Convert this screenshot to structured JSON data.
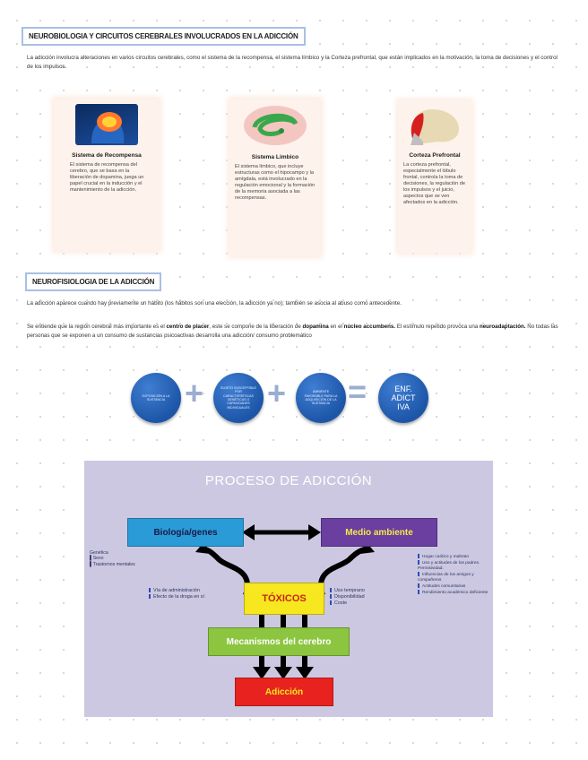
{
  "section1": {
    "heading": "NEUROBIOLOGIA Y CIRCUITOS CEREBRALES INVOLUCRADOS EN LA ADICCIÓN",
    "paragraph": "La adicción involucra alteraciones en varios circuitos cerebrales, como el sistema de la recompensa, el sistema límbico y la Corteza prefrontal, que están implicados en la motivación, la toma de decisiones y el control de los impulsos."
  },
  "cards": [
    {
      "title": "Sistema de Recompensa",
      "text": "El sistema de recompensa del cerebro, que se basa en la liberación de dopamina, juega un papel crucial en la inducción y el mantenimiento de la adicción.",
      "image": "brain-head-image"
    },
    {
      "title": "Sistema Limbico",
      "text": "El sistema límbico, que incluye estructuras como el hipocampo y la amígdala, está involucrado en la regulación emocional y la formación de la memoria asociada a las recompensas.",
      "image": "limbic-brain-image"
    },
    {
      "title": "Corteza Prefrontal",
      "text": "La corteza prefrontal, especialmente el lóbulo frontal, controla la toma de decisiones, la regulación de los impulsos y el juicio, aspectos que se ven afectados en la adicción.",
      "image": "prefrontal-brain-image"
    }
  ],
  "section2": {
    "heading": "NEUROFISIOLOGIA DE LA ADICCIÓN",
    "para1": "La adicción aparece cuando hay previamente un hábito (los hábitos son una elección, la adicción ya no); también se asocia al abuso como antecedente.",
    "para2": {
      "t1": "Se entiende que la región cerebral más importante es el ",
      "b1": "centro de placer",
      "t2": ", este se compone de la liberación de ",
      "b2": "dopamina",
      "t3": " en el ",
      "b3": "núcleo accumbens.",
      "t4": " El estímulo repetido provoca una ",
      "b4": "neuroadaptación.",
      "t5": " No todas las personas que se exponen a un consumo de sustancias psicoactivas desarrolla una adicción/ consumo problemático"
    }
  },
  "equation": {
    "c1": "EXPOSICIÓN A LA SUSTANCIA",
    "c2": "SUJETO SUSCEPTIBLE POR CARACTERÍSTICAS GENÉTICAS O CAPACIDADES INDIVIDUALES",
    "c3": "AMBIENTE FAVORABLE PARA LA ADQUISICIÓN DE LA SUSTANCIA",
    "result": "ENF. ADICT IVA",
    "plus": "+",
    "equals": "="
  },
  "diagram": {
    "title": "PROCESO DE ADICCIÓN",
    "biologia": "Biología/genes",
    "medio": "Medio ambiente",
    "toxicos": "TÓXICOS",
    "mecanismos": "Mecanismos del cerebro",
    "adiccion": "Adicción",
    "genetica_list": [
      "Genética",
      "Sexo",
      "Trastornos mentales"
    ],
    "via_list": [
      "Vía de administración",
      "Efecto de la droga en sí"
    ],
    "uso_list": [
      "Uso temprano",
      "Disponibilidad",
      "Coste"
    ],
    "medio_list": [
      "Hogar caótico y maltrato",
      "Uso y actitudes de los padres. Permisividad.",
      "Influencias de los amigos y compañeros",
      "Actitudes comunitarias",
      "Rendimiento académico deficiente"
    ],
    "colors": {
      "biologia": "#2a9bd6",
      "medio": "#6a3fa0",
      "toxicos": "#f6e71e",
      "mecanismos": "#8cc640",
      "adiccion": "#e8231f"
    }
  }
}
